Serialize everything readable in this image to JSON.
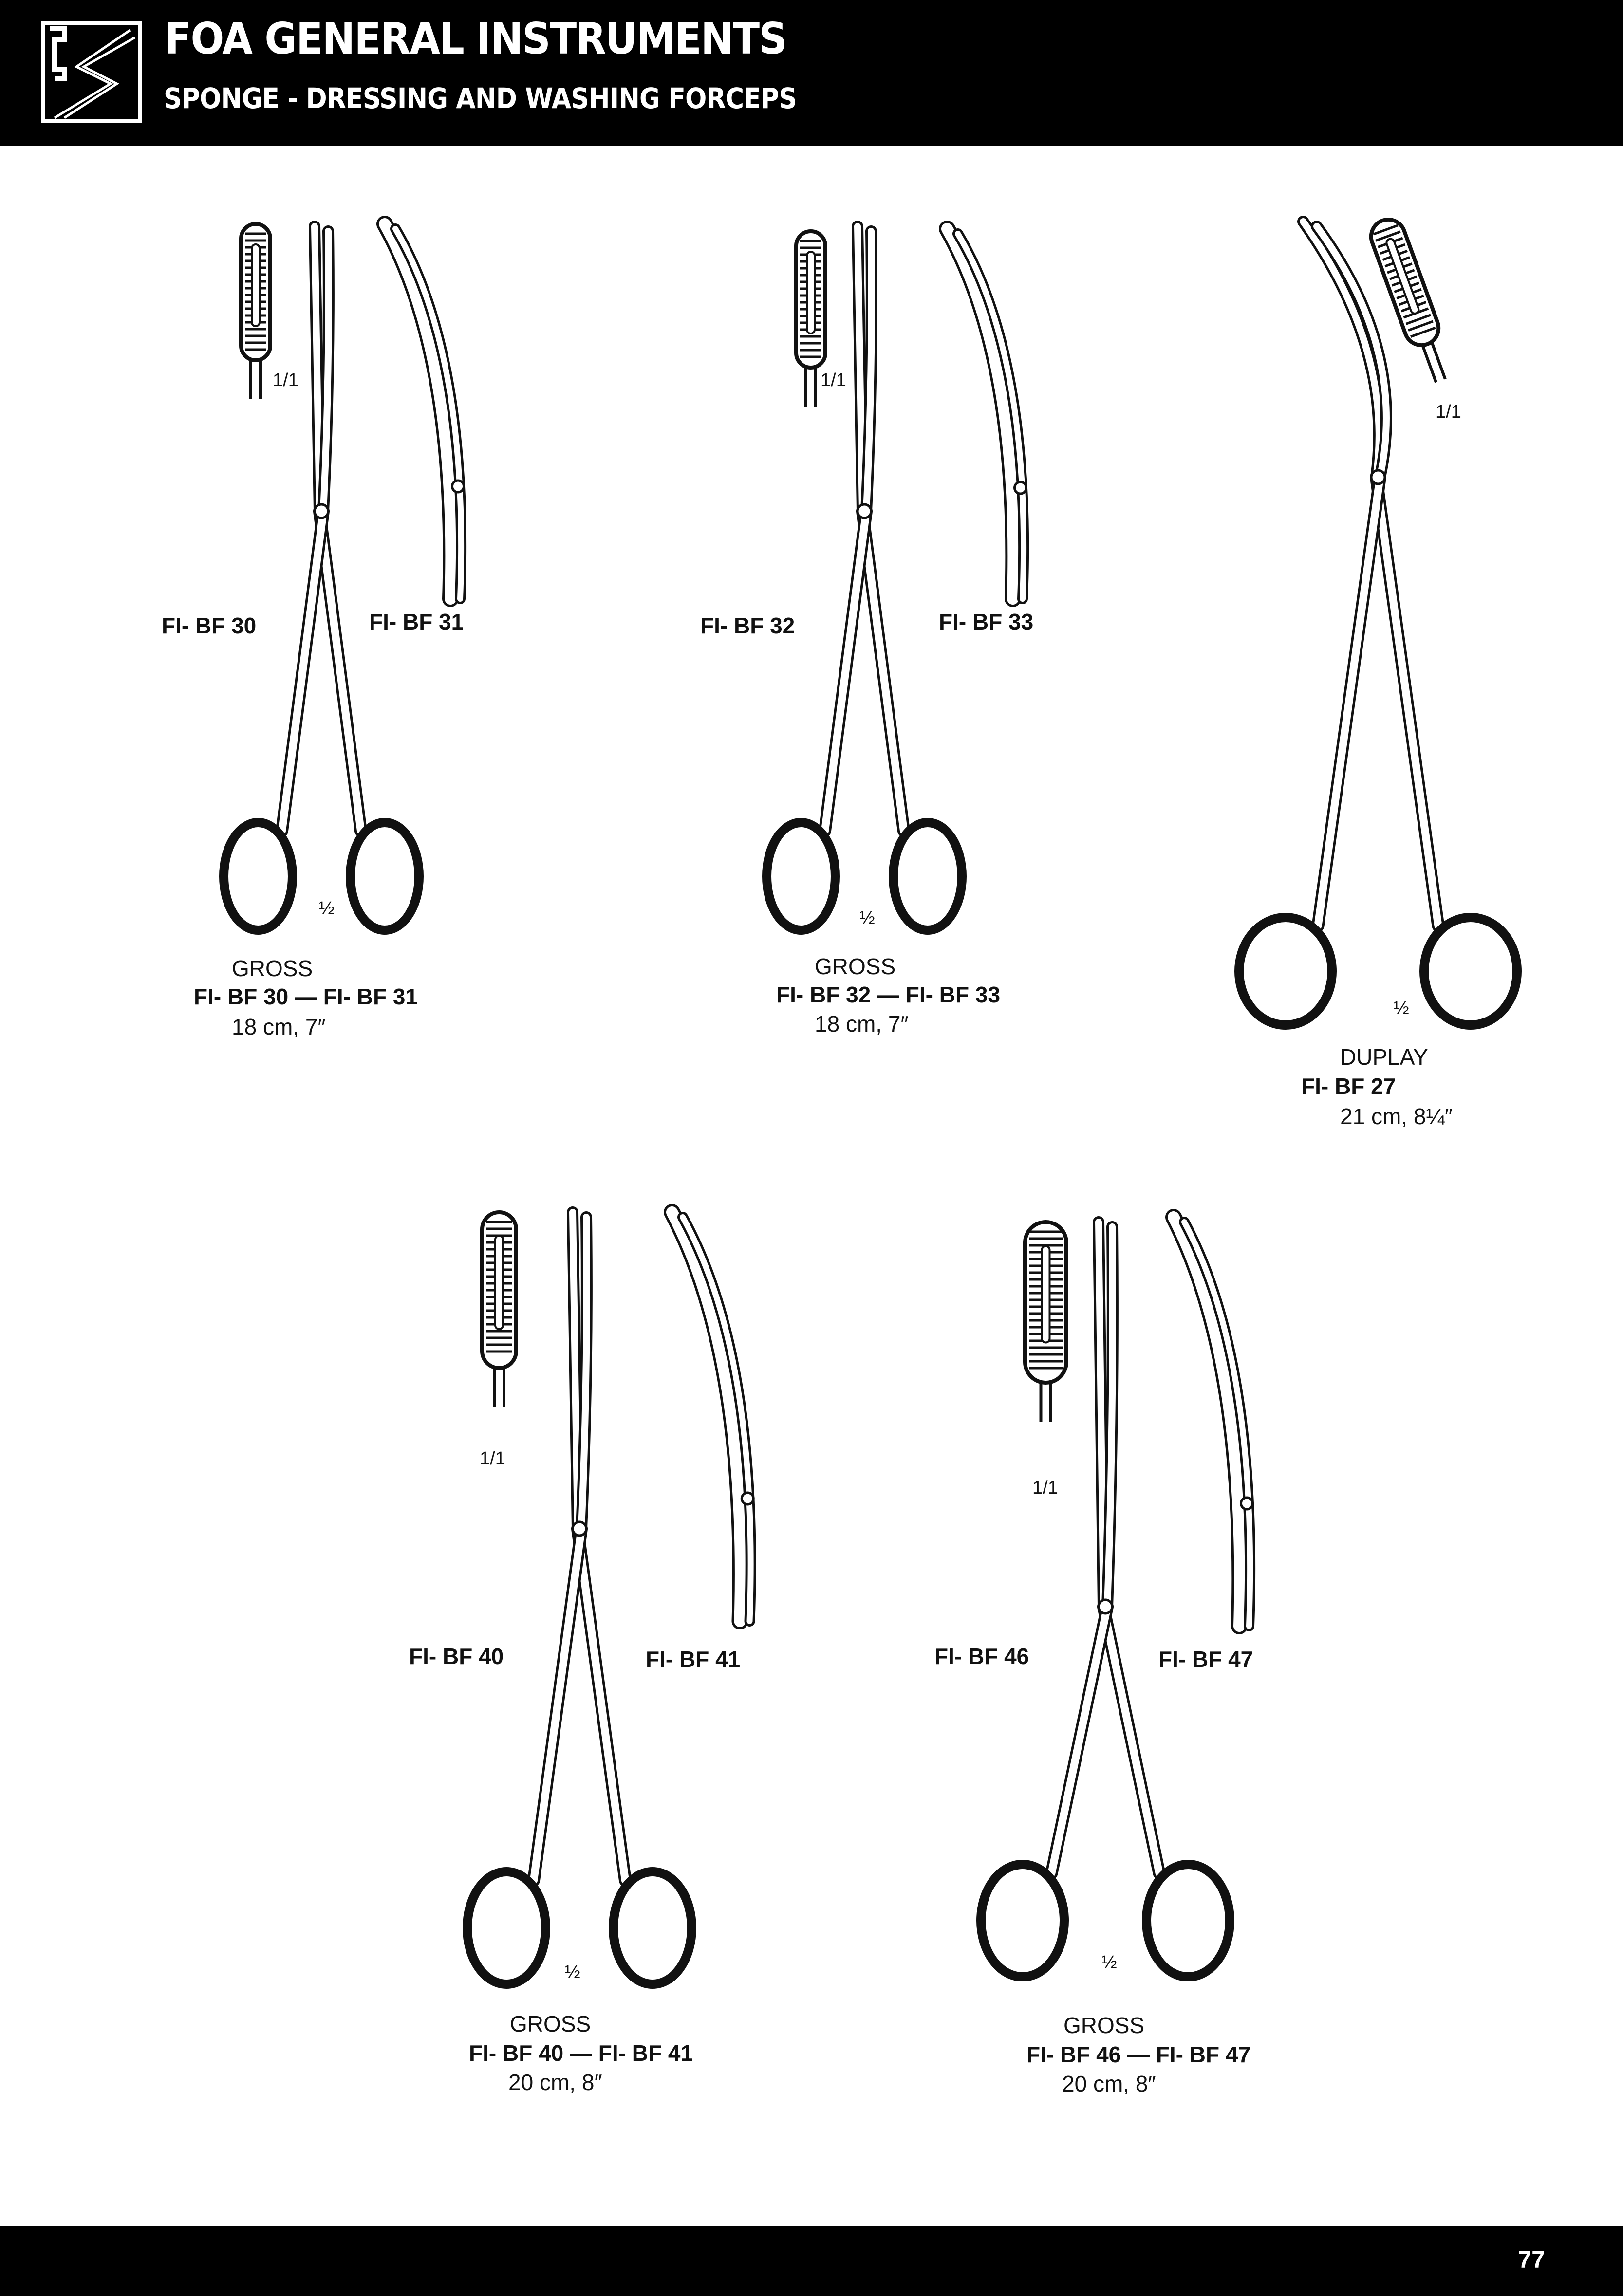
{
  "header": {
    "title": "FOA GENERAL INSTRUMENTS",
    "subtitle": "SPONGE - DRESSING  AND  WASHING FORCEPS",
    "logo_text": "FS"
  },
  "footer": {
    "page_number": "77"
  },
  "groups": [
    {
      "name": "GROSS",
      "codes": "FI- BF 30 — FI- BF 31",
      "size": "18 cm, 7″",
      "label_straight": "FI- BF 30",
      "label_curved": "FI- BF 31",
      "detail_scale": "1/1",
      "scale": "½"
    },
    {
      "name": "GROSS",
      "codes": "FI- BF 32 — FI- BF 33",
      "size": "18 cm, 7″",
      "label_straight": "FI- BF 32",
      "label_curved": "FI- BF 33",
      "detail_scale": "1/1",
      "scale": "½"
    },
    {
      "name": "DUPLAY",
      "codes": "FI- BF 27",
      "size": "21 cm, 8¼″",
      "detail_scale": "1/1",
      "scale": "½"
    },
    {
      "name": "GROSS",
      "codes": "FI- BF 40 — FI- BF 41",
      "size": "20 cm, 8″",
      "label_straight": "FI- BF 40",
      "label_curved": "FI- BF 41",
      "detail_scale": "1/1",
      "scale": "½"
    },
    {
      "name": "GROSS",
      "codes": "FI- BF 46 — FI- BF 47",
      "size": "20 cm, 8″",
      "label_straight": "FI- BF 46",
      "label_curved": "FI- BF 47",
      "detail_scale": "1/1",
      "scale": "½"
    }
  ]
}
